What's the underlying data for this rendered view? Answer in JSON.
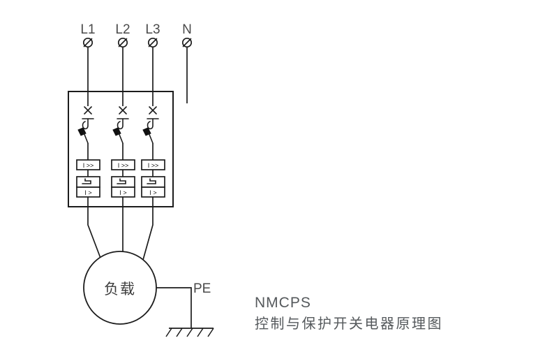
{
  "diagram": {
    "type": "electrical-schematic",
    "background_color": "#ffffff",
    "line_color": "#1c1c1c",
    "text_color": "#4a4a4a",
    "supply": {
      "terminals": [
        {
          "label": "L1",
          "terminal_icon": "slashed-circle-terminal"
        },
        {
          "label": "L2",
          "terminal_icon": "slashed-circle-terminal"
        },
        {
          "label": "L3",
          "terminal_icon": "slashed-circle-terminal"
        },
        {
          "label": "N",
          "terminal_icon": "slashed-circle-terminal"
        }
      ]
    },
    "enclosure": {
      "name": "NMCPS device enclosure",
      "poles": [
        {
          "pole": "L1",
          "isolator_icon": "disconnector-cross-icon",
          "contact_icon": "main-contact-icon",
          "overcurrent_label": "I >>",
          "thermal_label": "I >",
          "thermal_element_icon": "thermal-bimetal-icon"
        },
        {
          "pole": "L2",
          "isolator_icon": "disconnector-cross-icon",
          "contact_icon": "main-contact-icon",
          "overcurrent_label": "I >>",
          "thermal_label": "I >",
          "thermal_element_icon": "thermal-bimetal-icon"
        },
        {
          "pole": "L3",
          "isolator_icon": "disconnector-cross-icon",
          "contact_icon": "main-contact-icon",
          "overcurrent_label": "I >>",
          "thermal_label": "I >",
          "thermal_element_icon": "thermal-bimetal-icon"
        }
      ]
    },
    "load": {
      "label": "负载",
      "shape": "circle"
    },
    "earth": {
      "label": "PE",
      "icon": "earth-ground-icon",
      "hatch_count": 5
    },
    "caption": {
      "title": "NMCPS",
      "subtitle": "控制与保护开关电器原理图"
    }
  }
}
